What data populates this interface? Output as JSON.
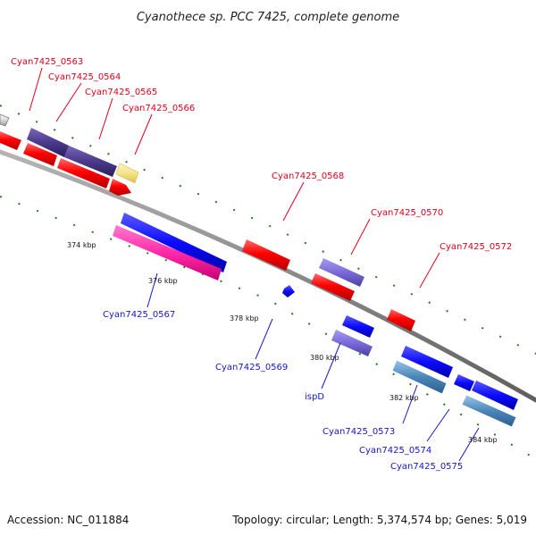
{
  "title": "Cyanothece sp. PCC 7425, complete genome",
  "footer": {
    "accession": "Accession: NC_011884",
    "summary": "Topology: circular; Length: 5,374,574 bp; Genes: 5,019"
  },
  "colors": {
    "forward_label": "#e0001b",
    "reverse_label": "#1515c8",
    "backbone": "#8a8a8a",
    "ticks": "#1b7f1b",
    "red": "#ff0000",
    "purple": "#4b3a8c",
    "lavender": "#7a6ad8",
    "blue": "#0b0bff",
    "magenta": "#ff2aa7",
    "light_blue": "#4b86b8",
    "yellow": "#f4e38a",
    "grey": "#d9d9d9"
  },
  "tick_labels": [
    "374 kbp",
    "376 kbp",
    "378 kbp",
    "380 kbp",
    "382 kbp",
    "384 kbp"
  ],
  "forward_labels": [
    "Cyan7425_0563",
    "Cyan7425_0564",
    "Cyan7425_0565",
    "Cyan7425_0566",
    "Cyan7425_0568",
    "Cyan7425_0570",
    "Cyan7425_0572"
  ],
  "reverse_labels": [
    "Cyan7425_0567",
    "Cyan7425_0569",
    "ispD",
    "Cyan7425_0573",
    "Cyan7425_0574",
    "Cyan7425_0575"
  ]
}
